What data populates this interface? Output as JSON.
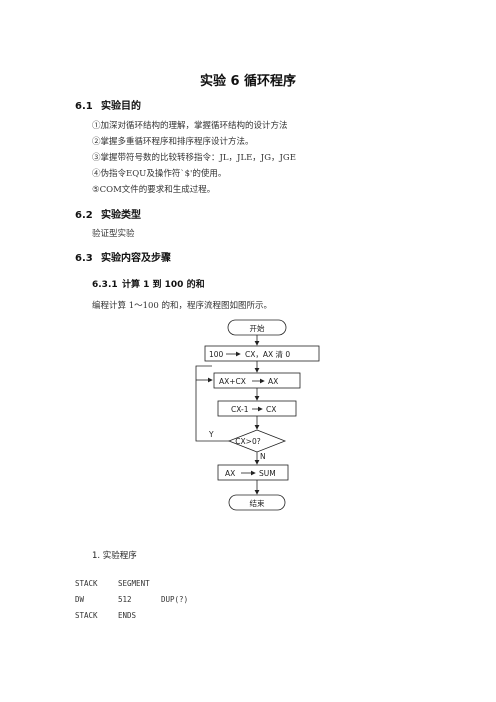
{
  "title": "实验 6  循环程序",
  "s1": {
    "num": "6.1",
    "title": "实验目的",
    "items": [
      "①加深对循环结构的理解，掌握循环结构的设计方法",
      "②掌握多重循环程序和排序程序设计方法。",
      "③掌握带符号数的比较转移指令：JL，JLE，JG，JGE",
      "④伪指令EQU及操作符`$'的使用。",
      "⑤COM文件的要求和生成过程。"
    ]
  },
  "s2": {
    "num": "6.2",
    "title": "实验类型",
    "body": "验证型实验"
  },
  "s3": {
    "num": "6.3",
    "title": "实验内容及步骤"
  },
  "s31": {
    "num": "6.3.1",
    "title": "计算 1 到 100 的和",
    "desc": "编程计算 1～100 的和，程序流程图如图所示。"
  },
  "flow": {
    "start": "开始",
    "init_left": "100",
    "init_right": "CX，AX 清 0",
    "add_left": "AX+CX",
    "add_right": "AX",
    "dec_left": "CX-1",
    "dec_right": "CX",
    "cond": "CX>0?",
    "yes": "Y",
    "no": "N",
    "store_left": "AX",
    "store_right": "SUM",
    "end": "结束"
  },
  "program_heading": "1. 实验程序",
  "code": [
    [
      "STACK",
      "SEGMENT",
      ""
    ],
    [
      "DW",
      "512",
      "DUP(?)"
    ],
    [
      "STACK",
      "ENDS",
      ""
    ]
  ]
}
